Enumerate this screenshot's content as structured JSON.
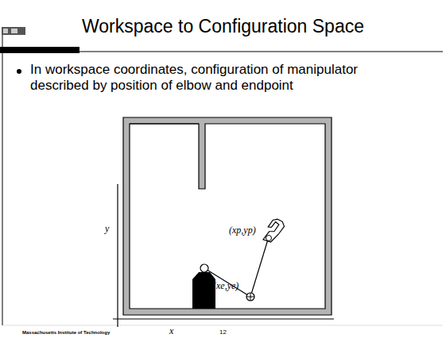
{
  "diagram": {
    "title": "Workspace to Configuration Space",
    "labels": [
      "In workspace coordinates, configuration of manipulator described by position of elbow and endpoint",
      "(xp,yp)",
      "(xe,ye)",
      "y",
      "x",
      "Massachusetts Institute of Technology",
      "12"
    ]
  }
}
